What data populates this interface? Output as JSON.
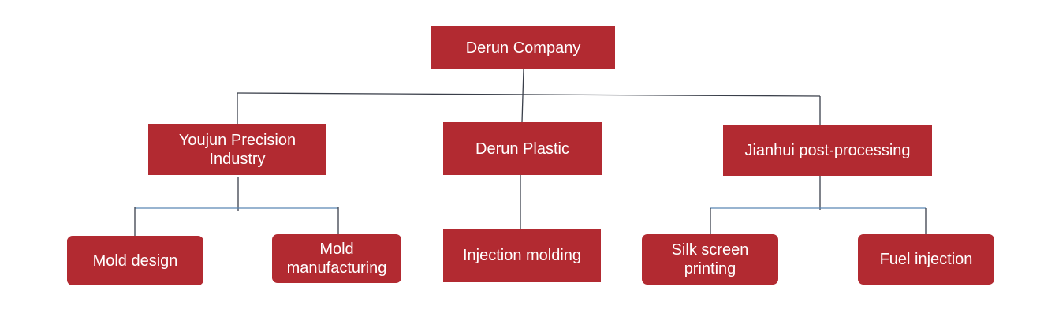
{
  "root": {
    "label": "Derun Company"
  },
  "level1": [
    {
      "label": "Youjun Precision\nIndustry"
    },
    {
      "label": "Derun Plastic"
    },
    {
      "label": "Jianhui post-processing"
    }
  ],
  "level2": [
    {
      "label": "Mold design"
    },
    {
      "label": "Mold\nmanufacturing"
    },
    {
      "label": "Injection molding"
    },
    {
      "label": "Silk screen\nprinting"
    },
    {
      "label": "Fuel injection"
    }
  ],
  "colors": {
    "node_fill": "#b22a31",
    "node_text": "#ffffff",
    "connector_dark": "#3a3f4a",
    "connector_blue": "#5b86b5"
  }
}
